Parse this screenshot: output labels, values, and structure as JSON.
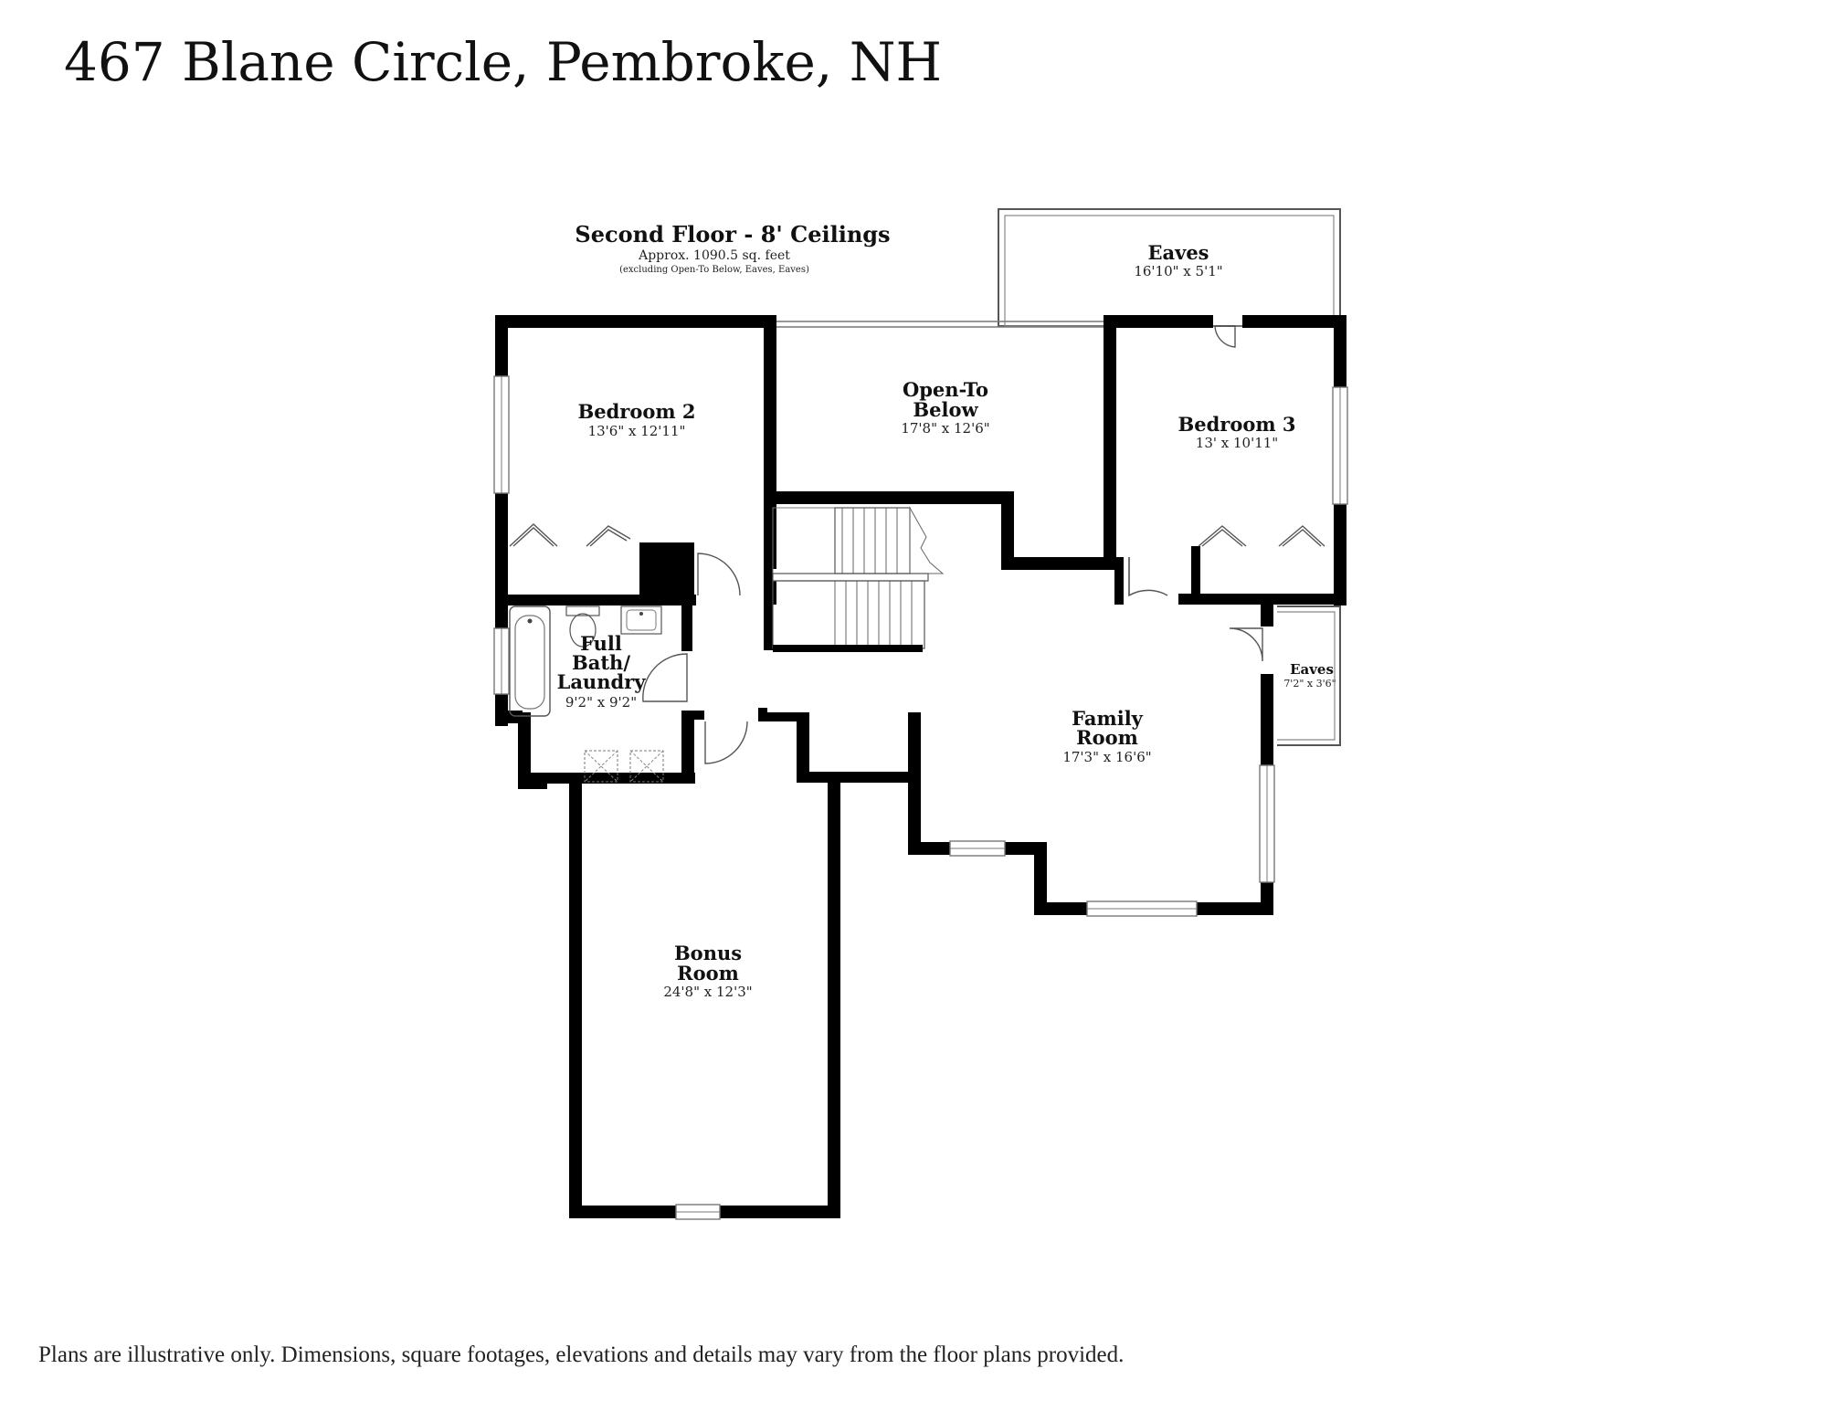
{
  "header": {
    "address": "467 Blane Circle, Pembroke, NH"
  },
  "plan": {
    "floor_title": "Second Floor - 8' Ceilings",
    "area": "Approx. 1090.5 sq. feet",
    "area_note": "(excluding Open-To Below, Eaves, Eaves)",
    "rooms": {
      "eaves_top": {
        "name": "Eaves",
        "size": "16'10\" x 5'1\""
      },
      "bedroom2": {
        "name": "Bedroom 2",
        "size": "13'6\" x 12'11\""
      },
      "open_below": {
        "name_1": "Open-To",
        "name_2": "Below",
        "size": "17'8\" x 12'6\""
      },
      "bedroom3": {
        "name": "Bedroom 3",
        "size": "13' x 10'11\""
      },
      "bath": {
        "name_1": "Full",
        "name_2": "Bath/",
        "name_3": "Laundry",
        "size": "9'2\" x 9'2\""
      },
      "eaves_side": {
        "name": "Eaves",
        "size": "7'2\" x 3'6\""
      },
      "family": {
        "name_1": "Family",
        "name_2": "Room",
        "size": "17'3\" x 16'6\""
      },
      "bonus": {
        "name_1": "Bonus",
        "name_2": "Room",
        "size": "24'8\" x 12'3\""
      }
    }
  },
  "footer": {
    "disclaimer": "Plans are illustrative only. Dimensions, square footages, elevations and details may vary from the floor plans provided."
  }
}
